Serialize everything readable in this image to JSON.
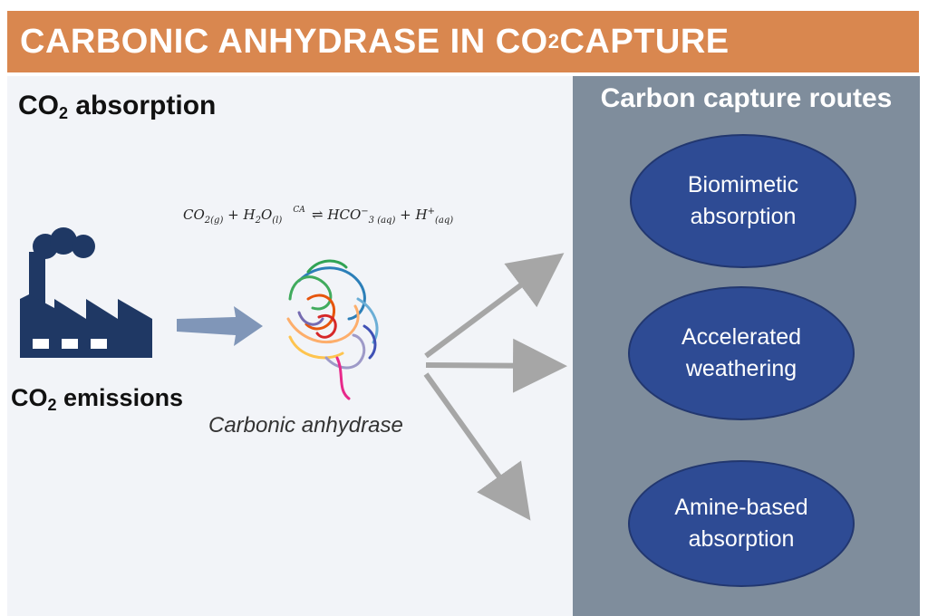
{
  "banner": {
    "prefix": "CARBONIC ANHYDRASE IN CO",
    "sub": "2",
    "suffix": " CAPTURE"
  },
  "left": {
    "title_prefix": "CO",
    "title_sub": "2",
    "title_suffix": " absorption",
    "emissions_prefix": "CO",
    "emissions_sub": "2",
    "emissions_suffix": " emissions",
    "enzyme_label": "Carbonic anhydrase"
  },
  "equation": {
    "t1": "CO",
    "t1sub": "2(g)",
    "plus1": " + ",
    "t2": "H",
    "t2sub": "2",
    "t2b": "O",
    "t2bsub": "(l)",
    "catalyst": "CA",
    "t3": "HCO",
    "t3sup": "−",
    "t3sub": "3 (aq)",
    "plus2": " + ",
    "t4": "H",
    "t4sup": "+",
    "t4sub": "(aq)"
  },
  "routes": {
    "title": "Carbon capture routes",
    "items": [
      "Biomimetic absorption",
      "Accelerated weathering",
      "Amine-based absorption"
    ]
  },
  "colors": {
    "banner": "#d9874f",
    "routes_panel": "#7f8d9c",
    "ellipse": "#2e4b94",
    "factory": "#1f3864",
    "arrow": "#a6a6a6"
  }
}
